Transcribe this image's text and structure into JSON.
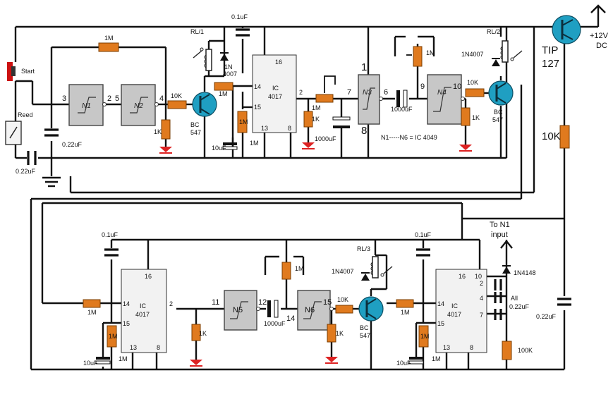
{
  "labels": {
    "supply": "+12V",
    "supply_unit": "DC",
    "tip": "TIP",
    "tip_num": "127",
    "r_10k_big": "10K",
    "cap_top1": "0.1uF",
    "cap_top2": "0.1uF",
    "cap_bot1": "0.1uF",
    "cap_bot2": "0.1uF",
    "res_1m_top": "1M",
    "start": "Start",
    "reed": "Reed",
    "c022_a": "0.22uF",
    "c022_b": "0.22uF",
    "c022_c": "0.22uF",
    "c022_d": "0.22uF",
    "rl1": "RL/1",
    "rl2": "RL/2",
    "rl3": "RL/3",
    "d1": "1N",
    "d1b": "4007",
    "d2": "1N4007",
    "d3": "1N4007",
    "d4": "1N4148",
    "ic": "IC",
    "ic_num": "4017",
    "n1": "N1",
    "n2": "N2",
    "n3": "N3",
    "n4": "N4",
    "n5": "N5",
    "n6": "N6",
    "bc": "BC",
    "bc_num": "547",
    "r10k": "10K",
    "r1k": "1K",
    "r1m": "1M",
    "r100k": "100K",
    "c10u": "10uF",
    "c1000u": "1000uF",
    "ic4049": "N1-----N6 = IC 4049",
    "to_n1_a": "To N1",
    "to_n1_b": "input",
    "all": "All",
    "all_cap": "0.22uF",
    "p16": "16",
    "p14": "14",
    "p15": "15",
    "p13": "13",
    "p8": "8",
    "p2": "2",
    "p10": "10",
    "p4": "4",
    "p7": "7",
    "g1": "1",
    "g2": "2",
    "g3": "3",
    "g4": "4",
    "g5": "5",
    "g6": "6",
    "g7": "7",
    "g8": "8",
    "g9": "9",
    "g10": "10",
    "g11": "11",
    "g12": "12",
    "g14": "14",
    "g15": "15"
  }
}
